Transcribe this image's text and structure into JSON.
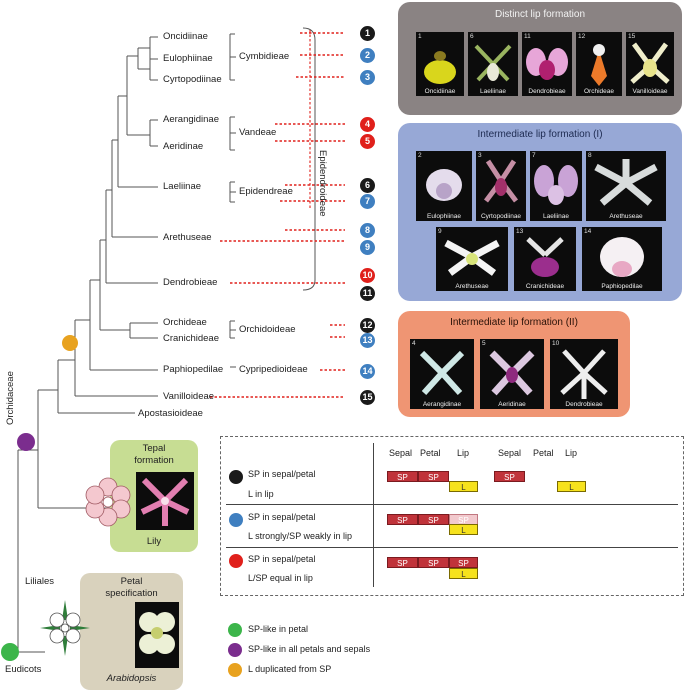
{
  "tree": {
    "taxa": [
      "Oncidiinae",
      "Eulophiinae",
      "Cyrtopodiinae",
      "Aerangidinae",
      "Aeridinae",
      "Laeliinae",
      "Arethuseae",
      "Dendrobieae",
      "Orchideae",
      "Cranichideae",
      "Paphiopedilae",
      "Vanilloideae",
      "Apostasioideae"
    ],
    "tribes": [
      "Cymbidieae",
      "Vandeae",
      "Epidendreae",
      "Orchidoideae",
      "Cypripedioideae"
    ],
    "epidendroideae": "Epidendroideae",
    "orchidaceae": "Orchidaceae",
    "liliales": "Liliales",
    "eudicots": "Eudicots"
  },
  "markers": [
    {
      "n": "1",
      "color": "black"
    },
    {
      "n": "2",
      "color": "blue"
    },
    {
      "n": "3",
      "color": "blue"
    },
    {
      "n": "4",
      "color": "red"
    },
    {
      "n": "5",
      "color": "red"
    },
    {
      "n": "6",
      "color": "black"
    },
    {
      "n": "7",
      "color": "blue"
    },
    {
      "n": "8",
      "color": "blue"
    },
    {
      "n": "9",
      "color": "blue"
    },
    {
      "n": "10",
      "color": "red"
    },
    {
      "n": "11",
      "color": "black"
    },
    {
      "n": "12",
      "color": "black"
    },
    {
      "n": "13",
      "color": "blue"
    },
    {
      "n": "14",
      "color": "blue"
    },
    {
      "n": "15",
      "color": "black"
    }
  ],
  "panels": {
    "distinct": {
      "title": "Distinct lip formation",
      "photos": [
        {
          "n": "1",
          "cap": "Oncidiinae"
        },
        {
          "n": "6",
          "cap": "Laeliinae"
        },
        {
          "n": "11",
          "cap": "Dendrobieae"
        },
        {
          "n": "12",
          "cap": "Orchideae"
        },
        {
          "n": "15",
          "cap": "Vanilloideae"
        }
      ]
    },
    "inter1": {
      "title": "Intermediate lip formation (I)",
      "photos": [
        {
          "n": "2",
          "cap": "Eulophiinae"
        },
        {
          "n": "3",
          "cap": "Cyrtopodiinae"
        },
        {
          "n": "7",
          "cap": "Laeliinae"
        },
        {
          "n": "8",
          "cap": "Arethuseae"
        },
        {
          "n": "9",
          "cap": "Arethuseae"
        },
        {
          "n": "13",
          "cap": "Cranichideae"
        },
        {
          "n": "14",
          "cap": "Paphiopedilae"
        }
      ]
    },
    "inter2": {
      "title": "Intermediate lip formation (II)",
      "photos": [
        {
          "n": "4",
          "cap": "Aerangidinae"
        },
        {
          "n": "5",
          "cap": "Aeridinae"
        },
        {
          "n": "10",
          "cap": "Dendrobieae"
        }
      ]
    }
  },
  "tepal": {
    "title_line1": "Tepal",
    "title_line2": "formation",
    "caption": "Lily"
  },
  "petal": {
    "title_line1": "Petal",
    "title_line2": "specification",
    "caption": "Arabidopsis"
  },
  "legend_table": {
    "headers": [
      "Sepal",
      "Petal",
      "Lip",
      "Sepal",
      "Petal",
      "Lip"
    ],
    "rows": [
      {
        "line1": "SP in sepal/petal",
        "line2": "L in lip"
      },
      {
        "line1": "SP in sepal/petal",
        "line2": "L strongly/SP weakly in lip"
      },
      {
        "line1": "SP in sepal/petal",
        "line2": "L/SP equal in lip"
      }
    ],
    "sp": "SP",
    "l": "L"
  },
  "key": [
    {
      "color": "#3cb54a",
      "label": "SP-like in petal"
    },
    {
      "color": "#7b2d8e",
      "label": "SP-like in all petals and sepals"
    },
    {
      "color": "#e8a21f",
      "label": "L duplicated from SP"
    }
  ],
  "colors": {
    "black": "#1a1a1a",
    "blue": "#3f7fc0",
    "red": "#e0201b",
    "panel_gray": "#8a8383",
    "panel_blue": "#97a8d6",
    "panel_orange": "#ef9573",
    "tepal_green": "#c7dd93",
    "petal_tan": "#d9d2bd"
  }
}
